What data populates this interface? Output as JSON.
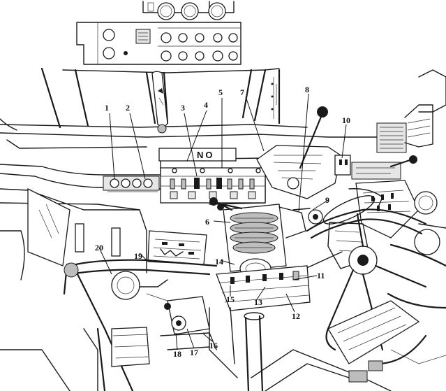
{
  "callouts": [
    {
      "id": "1",
      "label": "1"
    },
    {
      "id": "2",
      "label": "2"
    },
    {
      "id": "3",
      "label": "3"
    },
    {
      "id": "4",
      "label": "4"
    },
    {
      "id": "5",
      "label": "5"
    },
    {
      "id": "6",
      "label": "6"
    },
    {
      "id": "7",
      "label": "7"
    },
    {
      "id": "8",
      "label": "8"
    },
    {
      "id": "9",
      "label": "9"
    },
    {
      "id": "10",
      "label": "10"
    },
    {
      "id": "11",
      "label": "11"
    },
    {
      "id": "12",
      "label": "12"
    },
    {
      "id": "13",
      "label": "13"
    },
    {
      "id": "14",
      "label": "14"
    },
    {
      "id": "15",
      "label": "15"
    },
    {
      "id": "16",
      "label": "16"
    },
    {
      "id": "17",
      "label": "17"
    },
    {
      "id": "18",
      "label": "18"
    },
    {
      "id": "19",
      "label": "19"
    },
    {
      "id": "20",
      "label": "20"
    }
  ],
  "placard": {
    "text": "NO"
  }
}
